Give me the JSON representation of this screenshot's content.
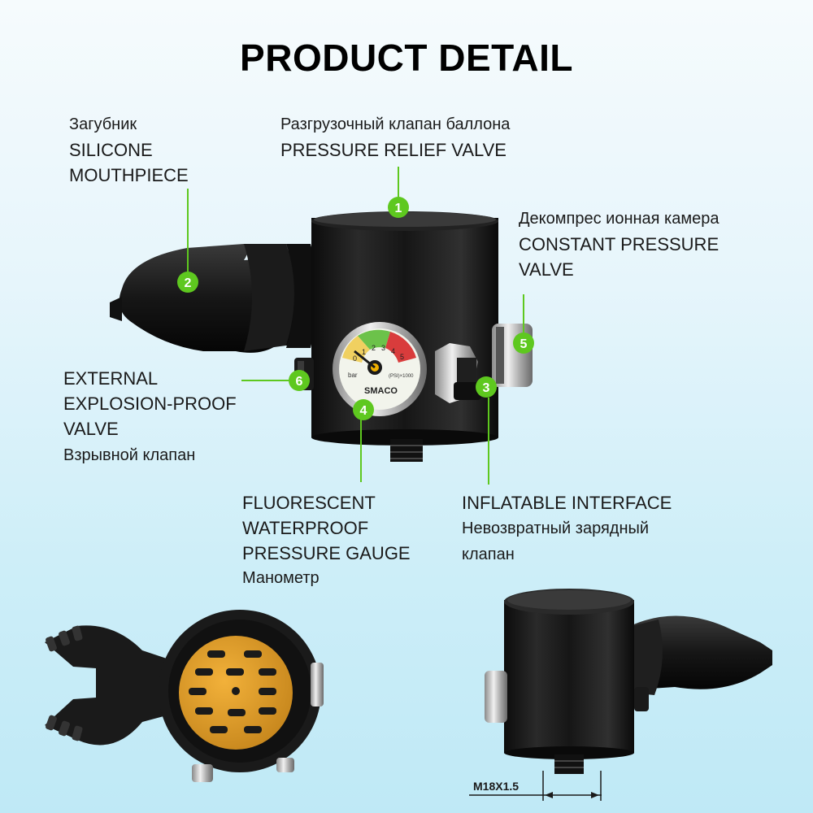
{
  "title": "PRODUCT DETAIL",
  "accent_color": "#5ec81f",
  "callouts": {
    "c1": {
      "number": "1",
      "ru": "Разгрузочный клапан баллона",
      "en1": "PRESSURE RELIEF VALVE"
    },
    "c2": {
      "number": "2",
      "ru": "Загубник",
      "en1": "SILICONE",
      "en2": "MOUTHPIECE"
    },
    "c3": {
      "number": "3",
      "en1": "INFLATABLE INTERFACE",
      "ru1": "Невозвратный  зарядный",
      "ru2": "клапан"
    },
    "c4": {
      "number": "4",
      "en1": "FLUORESCENT",
      "en2": "WATERPROOF",
      "en3": "PRESSURE GAUGE",
      "ru": "Манометр"
    },
    "c5": {
      "number": "5",
      "ru": "Декомпрес ионная камера",
      "en1": "CONSTANT PRESSURE",
      "en2": "VALVE"
    },
    "c6": {
      "number": "6",
      "en1": "EXTERNAL",
      "en2": "EXPLOSION-PROOF",
      "en3": "VALVE",
      "ru": "Взрывной клапан"
    }
  },
  "gauge": {
    "brand": "SMACO",
    "unit": "bar",
    "scale_note": "(PSI)×1000",
    "ticks": [
      "0",
      "1",
      "2",
      "3",
      "4",
      "5"
    ]
  },
  "thread_label": "M18X1.5",
  "icons": [
    "pressure-relief-valve",
    "mouthpiece",
    "inflatable-interface",
    "pressure-gauge",
    "constant-pressure-valve",
    "explosion-proof-valve",
    "regulator-front-view",
    "regulator-side-view"
  ]
}
